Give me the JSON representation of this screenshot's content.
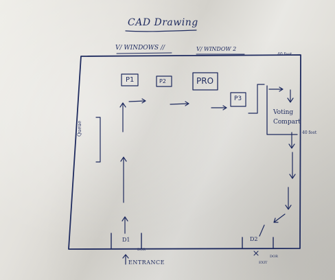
{
  "diagram": {
    "title": "CAD Drawing",
    "window_left": "V/ WINDOWS //",
    "window_right": "V/ WINDOW 2",
    "dim_top": "40 feet",
    "dim_right": "40 feet",
    "box_p1": "P1",
    "box_p2": "P2",
    "box_pro": "PRO",
    "box_p3": "P3",
    "voting_compartment": "Voting Compart",
    "side_label": "Queue",
    "door_d1": "D1",
    "door_d2": "D2",
    "door_left_note": "DOR",
    "door_right_note": "DOR",
    "exit_label": "EXIT",
    "entrance_label": "ENTRANCE",
    "ink_color": "#1e2a5e",
    "paper_color": "#e9e8e4"
  }
}
